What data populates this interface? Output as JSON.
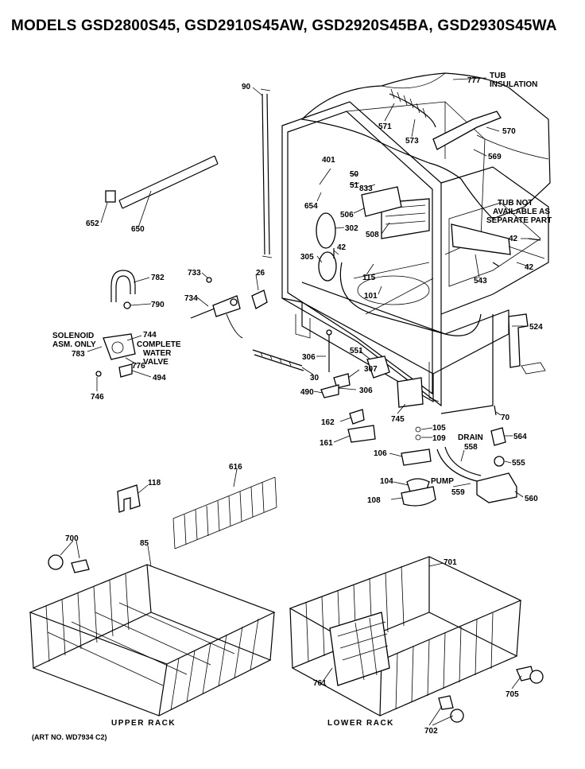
{
  "title": "MODELS GSD2800S45, GSD2910S45AW, GSD2920S45BA, GSD2930S45WA",
  "art_number": "(ART NO. WD7934 C2)",
  "captions": {
    "upper_rack": "UPPER RACK",
    "lower_rack": "LOWER RACK"
  },
  "notes": {
    "tub_insulation_1": "TUB",
    "tub_insulation_2": "INSULATION",
    "tub_not_available_1": "TUB NOT",
    "tub_not_available_2": "AVAILABLE AS",
    "tub_not_available_3": "SEPARATE PART",
    "solenoid_1": "SOLENOID",
    "solenoid_2": "ASM. ONLY",
    "complete_valve_1": "COMPLETE",
    "complete_valve_2": "WATER",
    "complete_valve_3": "VALVE",
    "drain": "DRAIN",
    "pump": "PUMP"
  },
  "part_labels": {
    "p777": "777",
    "p90": "90",
    "p571": "571",
    "p573": "573",
    "p570": "570",
    "p569": "569",
    "p401": "401",
    "p50": "50",
    "p51": "51",
    "p833": "833",
    "p654": "654",
    "p506": "506",
    "p302": "302",
    "p508": "508",
    "p42a": "42",
    "p42b": "42",
    "p42c": "42",
    "p305": "305",
    "p115": "115",
    "p543": "543",
    "p101": "101",
    "p26": "26",
    "p652": "652",
    "p650": "650",
    "p782": "782",
    "p790": "790",
    "p733": "733",
    "p734": "734",
    "p744": "744",
    "p783": "783",
    "p776": "776",
    "p494": "494",
    "p746": "746",
    "p306a": "306",
    "p551": "551",
    "p307": "307",
    "p30": "30",
    "p306b": "306",
    "p490": "490",
    "p745": "745",
    "p524": "524",
    "p70": "70",
    "p162": "162",
    "p161": "161",
    "p105": "105",
    "p109": "109",
    "p558": "558",
    "p564": "564",
    "p555": "555",
    "p106": "106",
    "p104": "104",
    "p559": "559",
    "p560": "560",
    "p108": "108",
    "p616": "616",
    "p118": "118",
    "p700": "700",
    "p85": "85",
    "p701": "701",
    "p761": "761",
    "p705": "705",
    "p702": "702"
  }
}
